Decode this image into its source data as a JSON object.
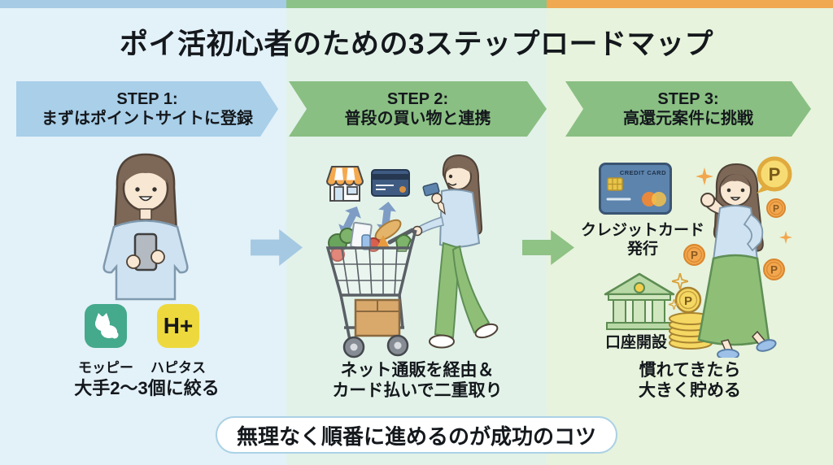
{
  "title": "ポイ活初心者のための3ステップロードマップ",
  "steps": [
    {
      "step": "STEP 1:",
      "label": "まずはポイントサイトに登録"
    },
    {
      "step": "STEP 2:",
      "label": "普段の買い物と連携"
    },
    {
      "step": "STEP 3:",
      "label": "高還元案件に挑戦"
    }
  ],
  "column1": {
    "apps": [
      {
        "name": "モッピー"
      },
      {
        "name": "ハピタス"
      }
    ],
    "hapitas_logo": "H+",
    "caption": "大手2〜3個に絞る"
  },
  "column2": {
    "caption_line1": "ネット通販を経由＆",
    "caption_line2": "カード払いで二重取り"
  },
  "column3": {
    "credit_card_label": "CREDIT CARD",
    "action1_line1": "クレジットカード",
    "action1_line2": "発行",
    "action2": "口座開設",
    "caption_line1": "慣れてきたら",
    "caption_line2": "大きく貯める",
    "point_symbol": "P"
  },
  "footer": "無理なく順番に進めるのが成功のコツ",
  "colors": {
    "step1_header": "#a9cfe9",
    "step23_header": "#8abf83",
    "band_blue": "#e3f1f9",
    "band_mint": "#e2f2e9",
    "band_green": "#e7f3dc",
    "strip_blue": "#a6cbe4",
    "strip_green": "#8cc287",
    "strip_orange": "#f0a851",
    "moppy_teal": "#45a98c",
    "hapitas_yellow": "#edd93e",
    "coin_orange": "#f2a74e",
    "coin_gold": "#f5d863"
  }
}
